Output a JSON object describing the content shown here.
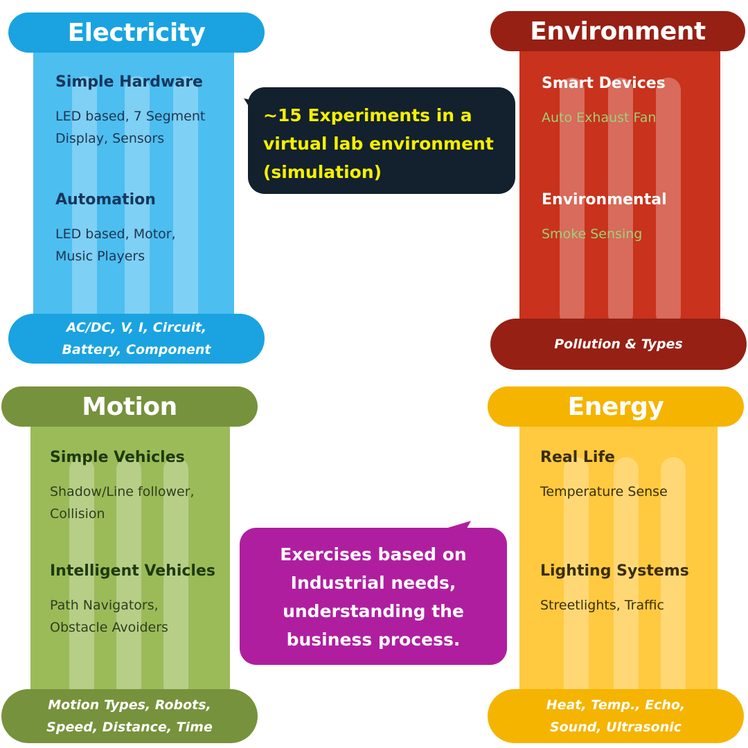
{
  "pillars": {
    "electricity": {
      "title": "Electricity",
      "section1": {
        "heading": "Simple Hardware",
        "line1": "LED based, 7 Segment",
        "line2": "Display, Sensors"
      },
      "section2": {
        "heading": "Automation",
        "line1": "LED based, Motor,",
        "line2": "Music Players"
      },
      "base": {
        "line1": "AC/DC,  V, I, Circuit,",
        "line2": "Battery, Component"
      },
      "colors": {
        "cap": "#1aa3e0",
        "body": "#4dbef0",
        "base": "#1aa3e0",
        "heading": "#16365c",
        "text": "#1f3550"
      }
    },
    "environment": {
      "title": "Environment",
      "section1": {
        "heading": "Smart Devices",
        "line1": "Auto Exhaust Fan"
      },
      "section2": {
        "heading": "Environmental",
        "line1": "Smoke Sensing"
      },
      "base": {
        "line1": "Pollution & Types"
      },
      "colors": {
        "cap": "#962014",
        "body": "#c9321c",
        "base": "#962014",
        "heading": "#ffffff",
        "text": "#9ed07a"
      }
    },
    "motion": {
      "title": "Motion",
      "section1": {
        "heading": "Simple Vehicles",
        "line1": "Shadow/Line follower,",
        "line2": "Collision"
      },
      "section2": {
        "heading": "Intelligent Vehicles",
        "line1": "Path Navigators,",
        "line2": "Obstacle Avoiders"
      },
      "base": {
        "line1": "Motion Types, Robots,",
        "line2": "Speed, Distance, Time"
      },
      "colors": {
        "cap": "#76923c",
        "body": "#9bbb59",
        "base": "#76923c",
        "heading": "#1e3a0e",
        "text": "#2f3f1d"
      }
    },
    "energy": {
      "title": "Energy",
      "section1": {
        "heading": "Real Life",
        "line1": "Temperature Sense"
      },
      "section2": {
        "heading": "Lighting Systems",
        "line1": "Streetlights, Traffic"
      },
      "base": {
        "line1": "Heat, Temp., Echo,",
        "line2": "Sound, Ultrasonic"
      },
      "colors": {
        "cap": "#f5b400",
        "body": "#ffc940",
        "base": "#f5b400",
        "heading": "#3a2e0a",
        "text": "#3a2e0a"
      }
    }
  },
  "callouts": {
    "experiments": {
      "line1": "~15 Experiments in a",
      "line2": "virtual lab environment",
      "line3": "(simulation)",
      "colors": {
        "bg": "#13202e",
        "text": "#f4f000"
      }
    },
    "exercises": {
      "line1": "Exercises based on",
      "line2": "Industrial needs,",
      "line3": "understanding the",
      "line4": "business process.",
      "colors": {
        "bg": "#b01ea0",
        "text": "#ffffff"
      }
    }
  }
}
